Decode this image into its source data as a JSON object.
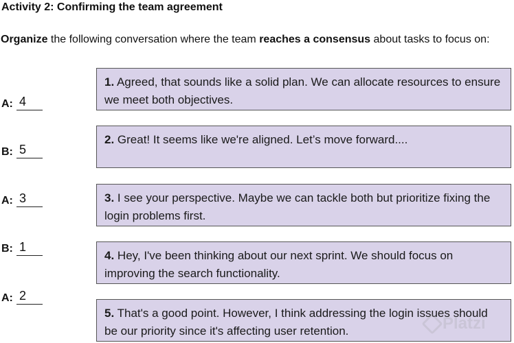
{
  "title": "Activity 2: Confirming the team agreement",
  "instruction": {
    "verb": "Organize",
    "text1": " the following conversation where the team ",
    "emphasis": "reaches a consensus",
    "text2": " about tasks to focus on:"
  },
  "rows": [
    {
      "speaker": "A:",
      "answer": "4"
    },
    {
      "speaker": "B:",
      "answer": "5"
    },
    {
      "speaker": "A:",
      "answer": "3"
    },
    {
      "speaker": "B:",
      "answer": "1"
    },
    {
      "speaker": "A:",
      "answer": "2"
    }
  ],
  "statements": [
    {
      "num": "1.",
      "text": " Agreed, that sounds like a solid plan. We can allocate resources to ensure we meet both objectives."
    },
    {
      "num": "2.",
      "text": " Great! It seems like we're aligned. Let’s move forward...."
    },
    {
      "num": "3.",
      "text": " I see your perspective. Maybe we can tackle both but prioritize fixing the login problems first."
    },
    {
      "num": "4.",
      "text": " Hey, I've been thinking about our next sprint. We should focus on improving the search functionality."
    },
    {
      "num": "5.",
      "text": " That's a good point. However, I think addressing the login issues should be our priority since it's affecting user retention."
    }
  ],
  "watermark": "Platzi",
  "colors": {
    "card_bg": "#d9d2e9",
    "card_border": "#555555"
  }
}
